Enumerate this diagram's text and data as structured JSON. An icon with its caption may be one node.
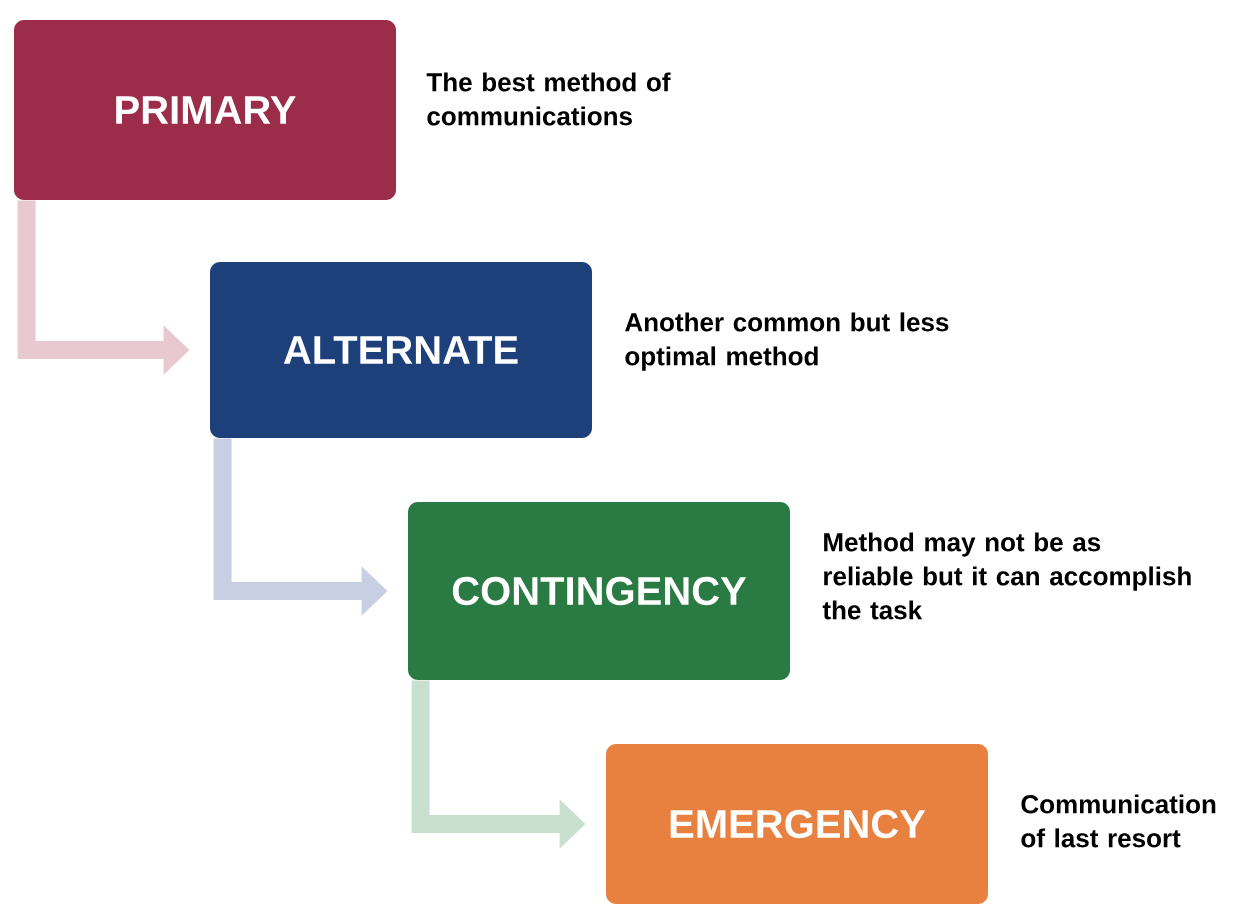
{
  "diagram": {
    "nodes": [
      {
        "text": [
          "PRIMARY"
        ],
        "beside": [
          "The best method of communications"
        ]
      },
      {
        "text": [
          "ALTERNATE"
        ],
        "beside": [
          "Another common but less optimal method"
        ]
      },
      {
        "text": [
          "CONTINGENCY"
        ],
        "beside": [
          "Method may not be as reliable but it can accomplish the task"
        ]
      },
      {
        "text": [
          "EMERGENCY"
        ],
        "beside": [
          "Communication of last resort"
        ]
      }
    ],
    "edges": [
      {
        "from": 0,
        "to": 1,
        "arrow": "to",
        "color": "#e8c9d1"
      },
      {
        "from": 1,
        "to": 2,
        "arrow": "to",
        "color": "#c9cfe2"
      },
      {
        "from": 2,
        "to": 3,
        "arrow": "to",
        "color": "#cae0cf"
      }
    ]
  }
}
